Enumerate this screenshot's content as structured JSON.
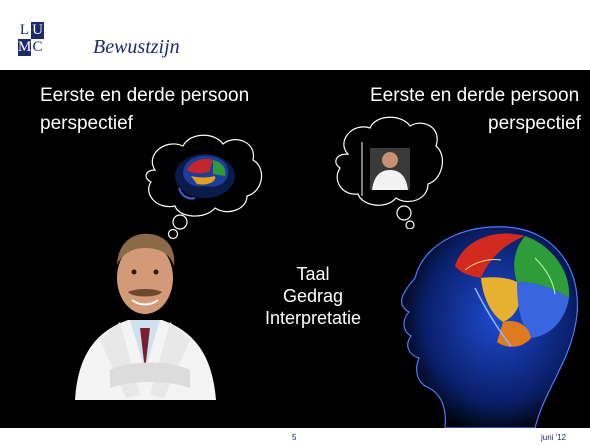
{
  "header": {
    "title": "Bewustzijn",
    "logo": {
      "letters": [
        "L",
        "U",
        "M",
        "C"
      ],
      "color": "#1b2a6b"
    }
  },
  "left_caption": {
    "line1": "Eerste en derde persoon",
    "line2": "perspectief"
  },
  "right_caption": {
    "line1": "Eerste en derde persoon",
    "line2": "perspectief"
  },
  "center_list": [
    "Taal",
    "Gedrag",
    "Interpretatie"
  ],
  "footer": {
    "page": "5",
    "date": "juni '12"
  },
  "colors": {
    "background": "#000000",
    "text": "#ffffff",
    "brand": "#1b2a6b"
  }
}
